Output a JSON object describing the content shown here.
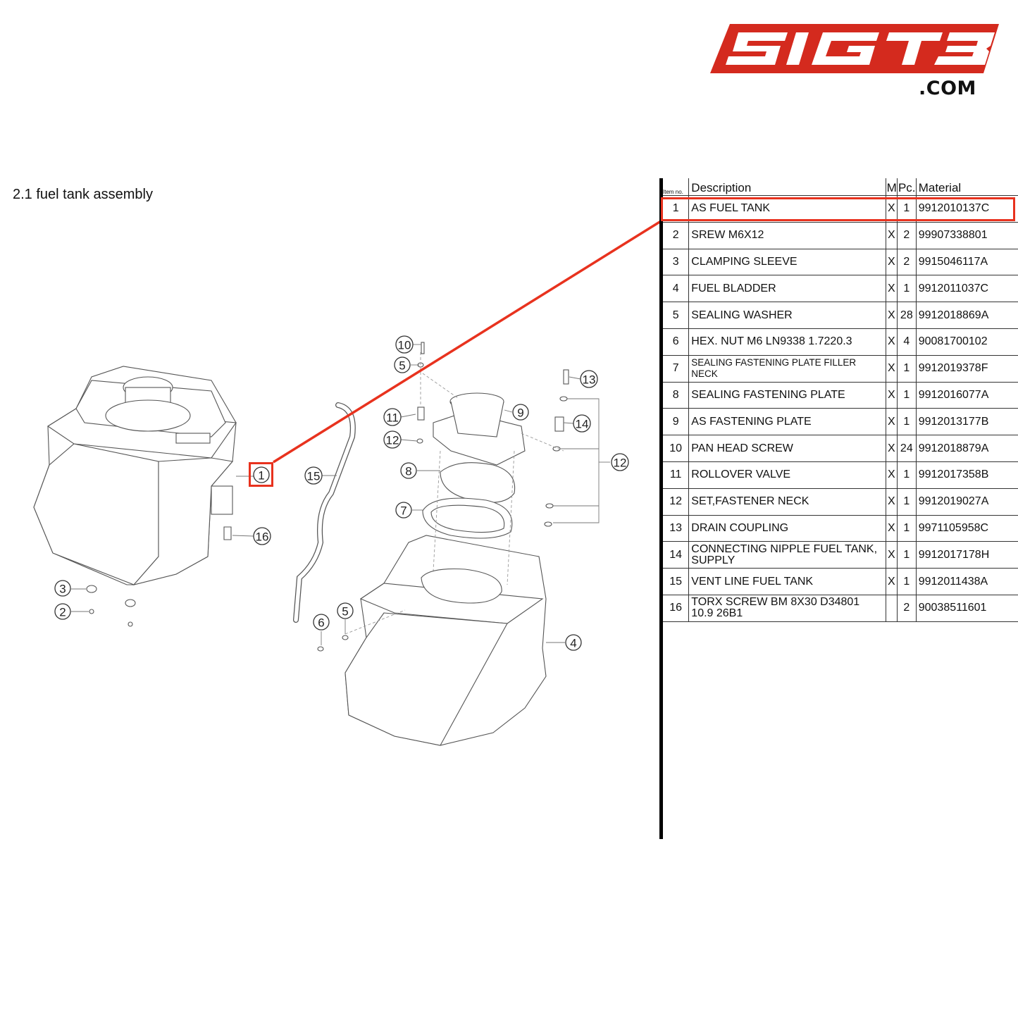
{
  "logo": {
    "text": "SIGTB",
    "domain": ".COM",
    "color": "#d42a1e"
  },
  "section": {
    "title": "2.1  fuel tank assembly"
  },
  "accent_color": "#e8321e",
  "callouts": [
    "1",
    "2",
    "3",
    "4",
    "5",
    "5",
    "6",
    "7",
    "8",
    "9",
    "10",
    "11",
    "12",
    "12",
    "13",
    "14",
    "15",
    "16"
  ],
  "bom": {
    "headers": {
      "item": "Item no.",
      "description": "Description",
      "m": "M",
      "pc": "Pc.",
      "material": "Material"
    },
    "rows": [
      {
        "item": "1",
        "description": "AS FUEL TANK",
        "m": "X",
        "pc": "1",
        "material": "9912010137C"
      },
      {
        "item": "2",
        "description": "SREW M6X12",
        "m": "X",
        "pc": "2",
        "material": "99907338801"
      },
      {
        "item": "3",
        "description": "CLAMPING SLEEVE",
        "m": "X",
        "pc": "2",
        "material": "9915046117A"
      },
      {
        "item": "4",
        "description": "FUEL BLADDER",
        "m": "X",
        "pc": "1",
        "material": "9912011037C"
      },
      {
        "item": "5",
        "description": "SEALING WASHER",
        "m": "X",
        "pc": "28",
        "material": "9912018869A"
      },
      {
        "item": "6",
        "description": "HEX. NUT M6 LN9338 1.7220.3",
        "m": "X",
        "pc": "4",
        "material": "90081700102"
      },
      {
        "item": "7",
        "description": "SEALING FASTENING PLATE FILLER NECK",
        "m": "X",
        "pc": "1",
        "material": "9912019378F"
      },
      {
        "item": "8",
        "description": "SEALING FASTENING PLATE",
        "m": "X",
        "pc": "1",
        "material": "9912016077A"
      },
      {
        "item": "9",
        "description": "AS FASTENING PLATE",
        "m": "X",
        "pc": "1",
        "material": "9912013177B"
      },
      {
        "item": "10",
        "description": "PAN HEAD SCREW",
        "m": "X",
        "pc": "24",
        "material": "9912018879A"
      },
      {
        "item": "11",
        "description": "ROLLOVER VALVE",
        "m": "X",
        "pc": "1",
        "material": "9912017358B"
      },
      {
        "item": "12",
        "description": "SET,FASTENER NECK",
        "m": "X",
        "pc": "1",
        "material": "9912019027A"
      },
      {
        "item": "13",
        "description": "DRAIN COUPLING",
        "m": "X",
        "pc": "1",
        "material": "9971105958C"
      },
      {
        "item": "14",
        "description": "CONNECTING NIPPLE FUEL TANK, SUPPLY",
        "m": "X",
        "pc": "1",
        "material": "9912017178H"
      },
      {
        "item": "15",
        "description": "VENT LINE FUEL TANK",
        "m": "X",
        "pc": "1",
        "material": "9912011438A"
      },
      {
        "item": "16",
        "description": "TORX SCREW BM 8X30 D34801 10.9 26B1",
        "m": "",
        "pc": "2",
        "material": "90038511601"
      }
    ]
  }
}
